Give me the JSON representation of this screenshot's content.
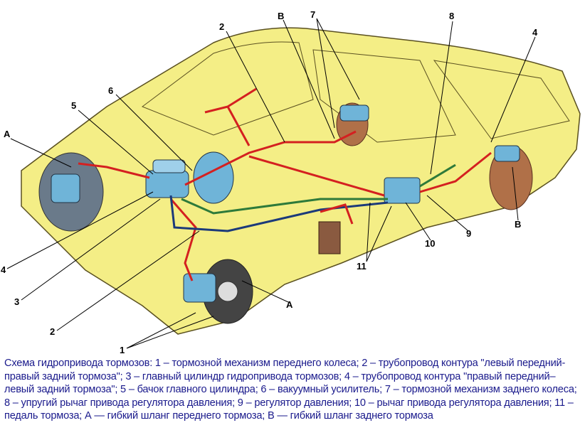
{
  "labels": {
    "l2_top": "2",
    "lB_top": "В",
    "l7": "7",
    "l8": "8",
    "l4_top": "4",
    "l6": "6",
    "l5": "5",
    "lA_left": "А",
    "l4_left": "4",
    "l3": "3",
    "l2_bottom": "2",
    "l1": "1",
    "lA_right": "А",
    "l10": "10",
    "l9": "9",
    "l11": "11",
    "lB_right": "В"
  },
  "caption": "Схема гидропривода тормозов: 1 – тормозной механизм переднего колеса; 2 – трубопровод контура \"левый передний-правый задний тормоза\"; 3 – главный цилиндр гидропривода тормозов; 4 – трубопровод контура \"правый передний–левый задний тормоза\"; 5 – бачок главного цилиндра; 6 – вакуумный усилитель; 7 – тормозной механизм заднего колеса; 8 – упругий рычаг привода регулятора давления; 9 – регулятор давления; 10 – рычаг привода регулятора давления; 11 – педаль тормоза; А — гибкий шланг переднего тормоза; В — гибкий шланг заднего тормоза",
  "colors": {
    "body": "#F4EE86",
    "outline": "#5a5020",
    "component": "#6fb4d8",
    "pipe_red": "#d42020",
    "pipe_blue": "#1c3a7a",
    "pipe_green": "#2e7a3a",
    "caption": "#1a1a8c"
  }
}
